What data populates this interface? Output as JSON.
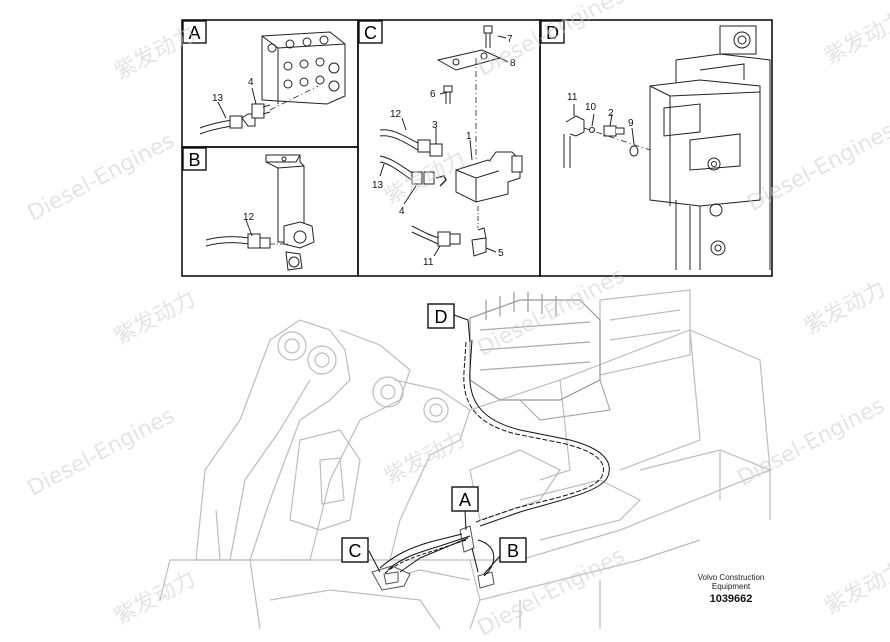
{
  "panels": [
    {
      "letter": "A"
    },
    {
      "letter": "B"
    },
    {
      "letter": "C"
    },
    {
      "letter": "D"
    }
  ],
  "callouts": {
    "a": [
      "13",
      "4"
    ],
    "b": [
      "12"
    ],
    "c": [
      "7",
      "8",
      "6",
      "12",
      "3",
      "1",
      "13",
      "4",
      "5",
      "11"
    ],
    "d": [
      "11",
      "10",
      "2",
      "9"
    ]
  },
  "overview_labels": [
    "D",
    "A",
    "C",
    "B"
  ],
  "footer": {
    "brand_line1": "Volvo Construction",
    "brand_line2": "Equipment",
    "doc_number": "1039662"
  },
  "watermark": {
    "chinese": "紫发动力",
    "latin": "Diesel-Engines"
  },
  "colors": {
    "line": "#222222",
    "ghost": "#bdbdbd",
    "watermark": "#d4d4d4"
  }
}
